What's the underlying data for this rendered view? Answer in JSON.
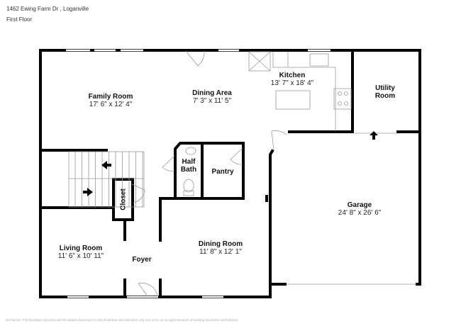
{
  "header": {
    "address": "1462 Ewing Farm Dr , Loganville",
    "floor": "First Floor"
  },
  "rooms": [
    {
      "name": "Family Room",
      "dims": "17' 6\" x 12' 4\""
    },
    {
      "name": "Dining Area",
      "dims": "7' 3\" x 11' 5\""
    },
    {
      "name": "Kitchen",
      "dims": "13' 7\" x 18' 4\""
    },
    {
      "name": "Utility Room",
      "dims": ""
    },
    {
      "name": "Half Bath",
      "dims": ""
    },
    {
      "name": "Pantry",
      "dims": ""
    },
    {
      "name": "Closet",
      "dims": ""
    },
    {
      "name": "Garage",
      "dims": "24' 8\" x 26' 6\""
    },
    {
      "name": "Living Room",
      "dims": "11' 6\" x 10' 11\""
    },
    {
      "name": "Dining Room",
      "dims": "11' 8\" x 12' 1\""
    },
    {
      "name": "Foyer",
      "dims": ""
    }
  ],
  "disclaimer": "Disclaimer: The floorplans depicted and the stated dimensions in this illustration are indicative only and serve as an approximation of existing structures and features."
}
